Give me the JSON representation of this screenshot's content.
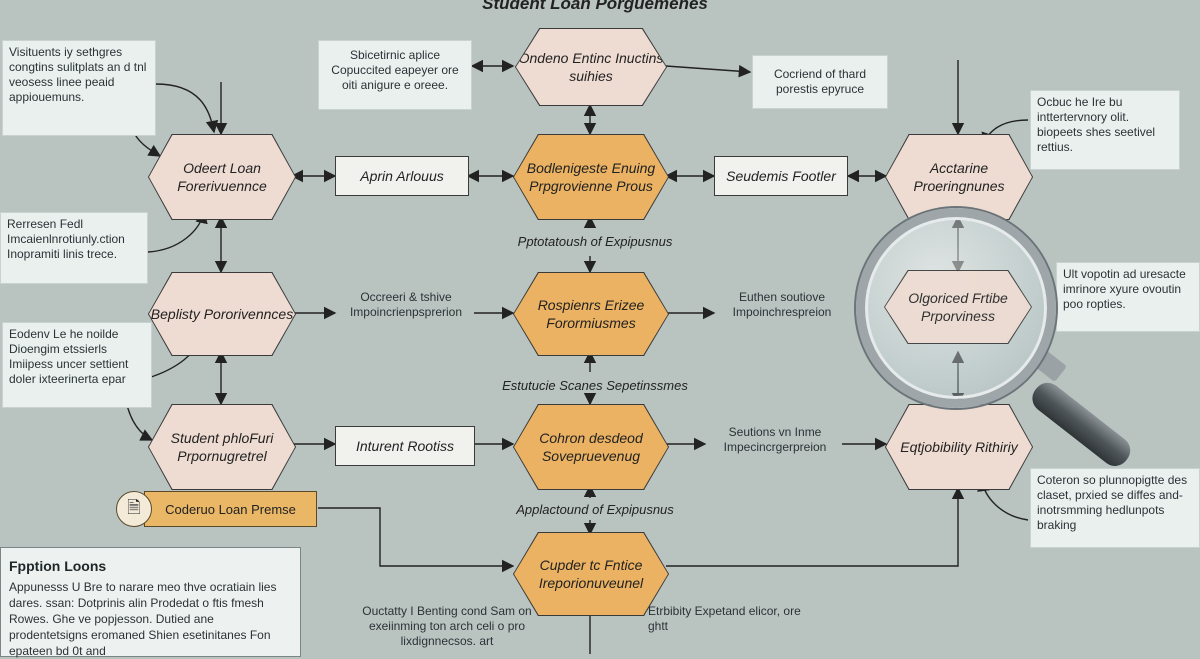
{
  "title": "Student Loan Porguemenes",
  "nodes": {
    "top_center": "Ondeno Entinc Inuctins suihies",
    "left_1": "Odeert Loan Forerivuennce",
    "center_1": "Bodlenigeste Enuing Prpgrovienne Prous",
    "right_1": "Acctarine Proeringnunes",
    "left_2": "Beplisty Pororivennces",
    "center_2": "Rospienrs Erizee Forormiusmes",
    "lens_node": "Olgoriced Frtibe Prporviness",
    "left_3": "Student phloFuri Prpornugretrel",
    "center_3": "Cohron desdeod Sovepruevenug",
    "right_3": "Eqtjobibility Rithiriy",
    "bottom_center": "Cupder tc Fntice Ireporionuveunel"
  },
  "boxes": {
    "row1_left": "Aprin Arlouus",
    "row1_right": "Seudemis Footler",
    "row3_left": "Inturent Rootiss"
  },
  "labels": {
    "mid_1": "Pptotatoush of Expipusnus",
    "mid_2": "Estutucie Scanes Sepetinssmes",
    "mid_3": "Applactound of Expipusnus",
    "row2_left": "Occreeri & tshive Impoincrienpsprerion",
    "row2_right": "Euthen soutiove Impoinchrespreion",
    "row3_right": "Seutions vn Inme Impecincrgerpreion",
    "bottom_left": "Ouctatty I Benting cond Sam on exeiinming ton arch celi o pro lixdignnecsos. art",
    "bottom_right": "Etrbibity Expetand elicor, ore ghtt"
  },
  "notes": {
    "top_left": "Visituents iy sethgres congtins sulitplats an d tnl veosess linee peaid appiouemuns.",
    "top_mid": "Sbicetirnic aplice Copuccited eapeyer ore oiti anigure e oreee.",
    "top_right": "Cocriend of thard porestis epyruce",
    "right_upper": "Ocbuc he Ire bu inttertervnory olit. biopeets shes seetivel rettius.",
    "left_mid": "Rerresen Fedl Imcaienlnrotiunly.ction Inopramiti linis trece.",
    "right_mid": "Ult vopotin ad uresacte imrinore xyure ovoutin poo ropties.",
    "left_low": "Eodenv Le he noilde Dioengim etssierls Imiipess uncer settient doler ixteerinerta epar",
    "right_low": "Coteron so plunnopigtte des claset, prxied se diffes and-inotrsmming hedlunpots braking"
  },
  "premise": {
    "label": "Coderuo Loan Premse",
    "icon": "document-icon"
  },
  "option_box": {
    "heading": "Fpption Loons",
    "body": "Appunesss U Bre to narare meo thve ocratiain lies dares. ssan: Dotprinis alin Prodedat o ftis fmesh Rowes. Ghe ve popjesson. Dutied ane prodentetsigns eromaned Shien esetinitanes Fon epateen bd 0t and"
  },
  "colors": {
    "background": "#b9c4c1",
    "peach_node": "#eedcd2",
    "orange_node": "#eab262",
    "note_bg": "#eaf0ee"
  }
}
